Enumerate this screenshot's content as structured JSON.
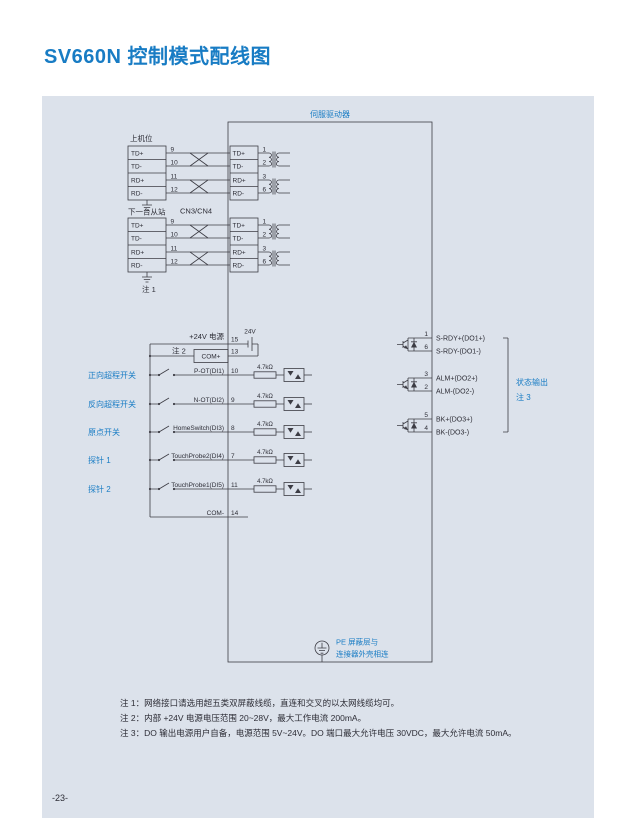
{
  "title": "SV660N 控制模式配线图",
  "pageNumber": "-23-",
  "diagram": {
    "driveLabel": "伺服驱动器",
    "hostLabel": "上机位",
    "slaveLabel": "下一台从站",
    "cnLabel": "CN3/CN4",
    "note1": "注 1",
    "signals": [
      "TD+",
      "TD-",
      "RD+",
      "RD-"
    ],
    "extPins": [
      "9",
      "10",
      "11",
      "12"
    ],
    "cnPins": [
      "1",
      "2",
      "3",
      "6"
    ],
    "di": {
      "supplyLabel": "+24V 电源",
      "supplyValue": "24V",
      "supplyPin": "15",
      "note2": "注 2",
      "comPlusLabel": "COM+",
      "comPlusPin": "13",
      "comMinusLabel": "COM-",
      "comMinusPin": "14",
      "resistor": "4.7kΩ",
      "rows": [
        {
          "ext": "正向超程开关",
          "name": "P-OT(DI1)",
          "pin": "10"
        },
        {
          "ext": "反向超程开关",
          "name": "N-OT(DI2)",
          "pin": "9"
        },
        {
          "ext": "原点开关",
          "name": "HomeSwitch(DI3)",
          "pin": "8"
        },
        {
          "ext": "探针 1",
          "name": "TouchProbe2(DI4)",
          "pin": "7"
        },
        {
          "ext": "探针 2",
          "name": "TouchProbe1(DI5)",
          "pin": "11"
        }
      ]
    },
    "do": {
      "rows": [
        {
          "pin": "1",
          "name": "S-RDY+(DO1+)"
        },
        {
          "pin": "6",
          "name": "S-RDY-(DO1-)"
        },
        {
          "pin": "3",
          "name": "ALM+(DO2+)"
        },
        {
          "pin": "2",
          "name": "ALM-(DO2-)"
        },
        {
          "pin": "5",
          "name": "BK+(DO3+)"
        },
        {
          "pin": "4",
          "name": "BK-(DO3-)"
        }
      ],
      "groupLabel": "状态输出",
      "note3": "注 3"
    },
    "pe": {
      "line1": "PE 屏蔽层与",
      "line2": "连接器外壳相连"
    }
  },
  "notes": [
    "注 1：网络接口请选用超五类双屏蔽线缆，直连和交叉的以太网线缆均可。",
    "注 2：内部 +24V 电源电压范围 20~28V，最大工作电流 200mA。",
    "注 3：DO 输出电源用户自备，电源范围 5V~24V。DO 端口最大允许电压 30VDC，最大允许电流 50mA。"
  ],
  "colors": {
    "accent": "#187cc4",
    "panel": "#dce2eb",
    "line": "#3c3c44",
    "text": "#2d2d36"
  }
}
